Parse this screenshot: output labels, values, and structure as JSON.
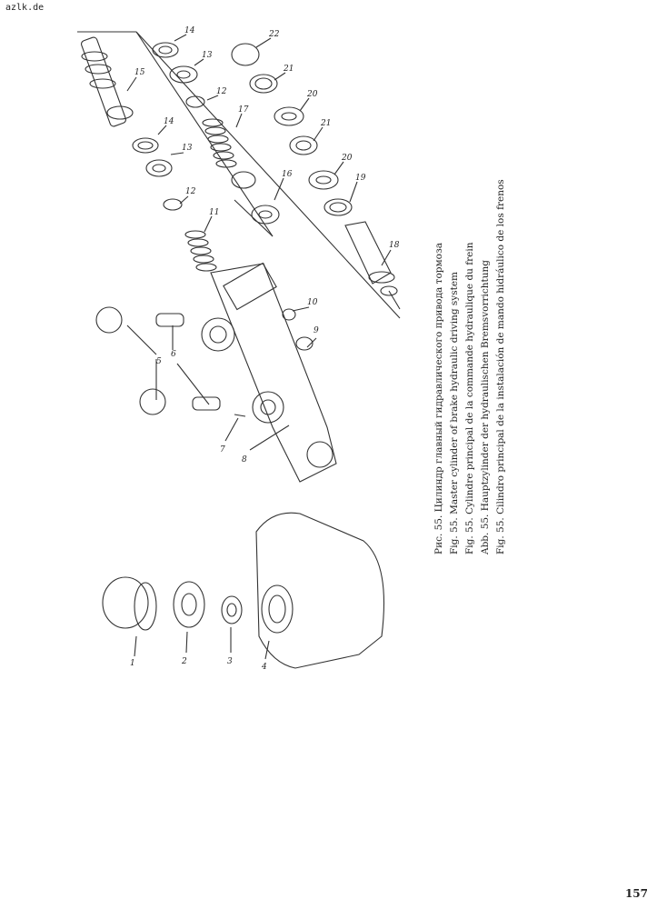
{
  "site": "azlk.de",
  "page_number": "157",
  "captions": [
    "Рис. 55. Цилиндр главный гидравлического привода тормоза",
    "Fig. 55. Master cylinder of brake hydraulic driving system",
    "Fig. 55. Cylindre principal de la commande hydraulique du frein",
    "Abb. 55. Hauptzylinder der hydraulischen Bremsvorrichtung",
    "Fig. 55. Cilindro principal de la instalación de mando hidráulico de los frenos"
  ],
  "labels": [
    "1",
    "2",
    "3",
    "4",
    "5",
    "6",
    "7",
    "8",
    "9",
    "10",
    "11",
    "12",
    "13",
    "14",
    "15",
    "16",
    "17",
    "18",
    "19",
    "20",
    "21",
    "22"
  ]
}
